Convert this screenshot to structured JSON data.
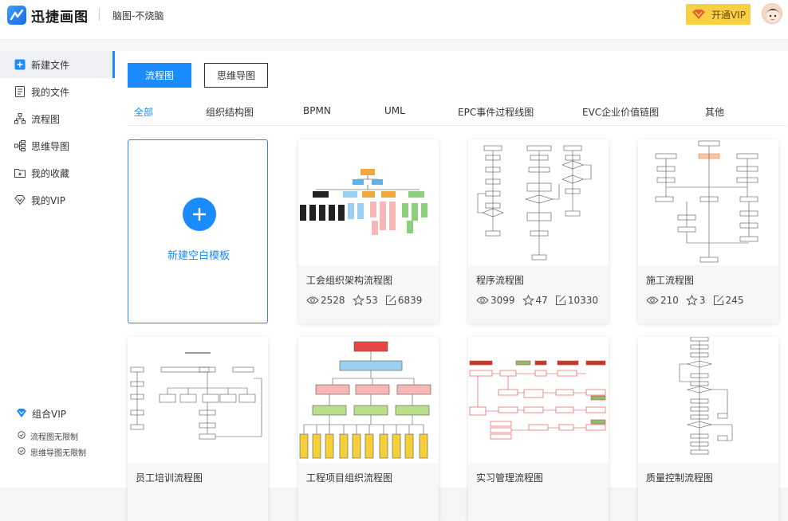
{
  "app": {
    "name": "迅捷画图",
    "subtitle": "脑图-不烧脑"
  },
  "header": {
    "vip_label": "开通VIP"
  },
  "sidebar": {
    "items": [
      {
        "label": "新建文件",
        "icon": "plus-square-icon",
        "active": true
      },
      {
        "label": "我的文件",
        "icon": "document-icon",
        "active": false
      },
      {
        "label": "流程图",
        "icon": "flowchart-icon",
        "active": false
      },
      {
        "label": "思维导图",
        "icon": "mindmap-icon",
        "active": false
      },
      {
        "label": "我的收藏",
        "icon": "star-folder-icon",
        "active": false
      },
      {
        "label": "我的VIP",
        "icon": "diamond-icon",
        "active": false
      }
    ],
    "combo_vip": "组合VIP",
    "benefits": [
      "流程图无限制",
      "思维导图无限制"
    ]
  },
  "main": {
    "tabs": [
      {
        "label": "流程图",
        "active": true
      },
      {
        "label": "思维导图",
        "active": false
      }
    ],
    "categories": [
      "全部",
      "组织结构图",
      "BPMN",
      "UML",
      "EPC事件过程线图",
      "EVC企业价值链图",
      "其他"
    ],
    "new_template_label": "新建空白模板",
    "templates": [
      {
        "title": "工会组织架构流程图",
        "views": "2528",
        "likes": "53",
        "uses": "6839"
      },
      {
        "title": "程序流程图",
        "views": "3099",
        "likes": "47",
        "uses": "10330"
      },
      {
        "title": "施工流程图",
        "views": "210",
        "likes": "3",
        "uses": "245"
      },
      {
        "title": "员工培训流程图"
      },
      {
        "title": "工程项目组织流程图"
      },
      {
        "title": "实习管理流程图"
      },
      {
        "title": "质量控制流程图"
      }
    ]
  },
  "colors": {
    "accent": "#1a8cff",
    "vip": "#f7d046"
  }
}
